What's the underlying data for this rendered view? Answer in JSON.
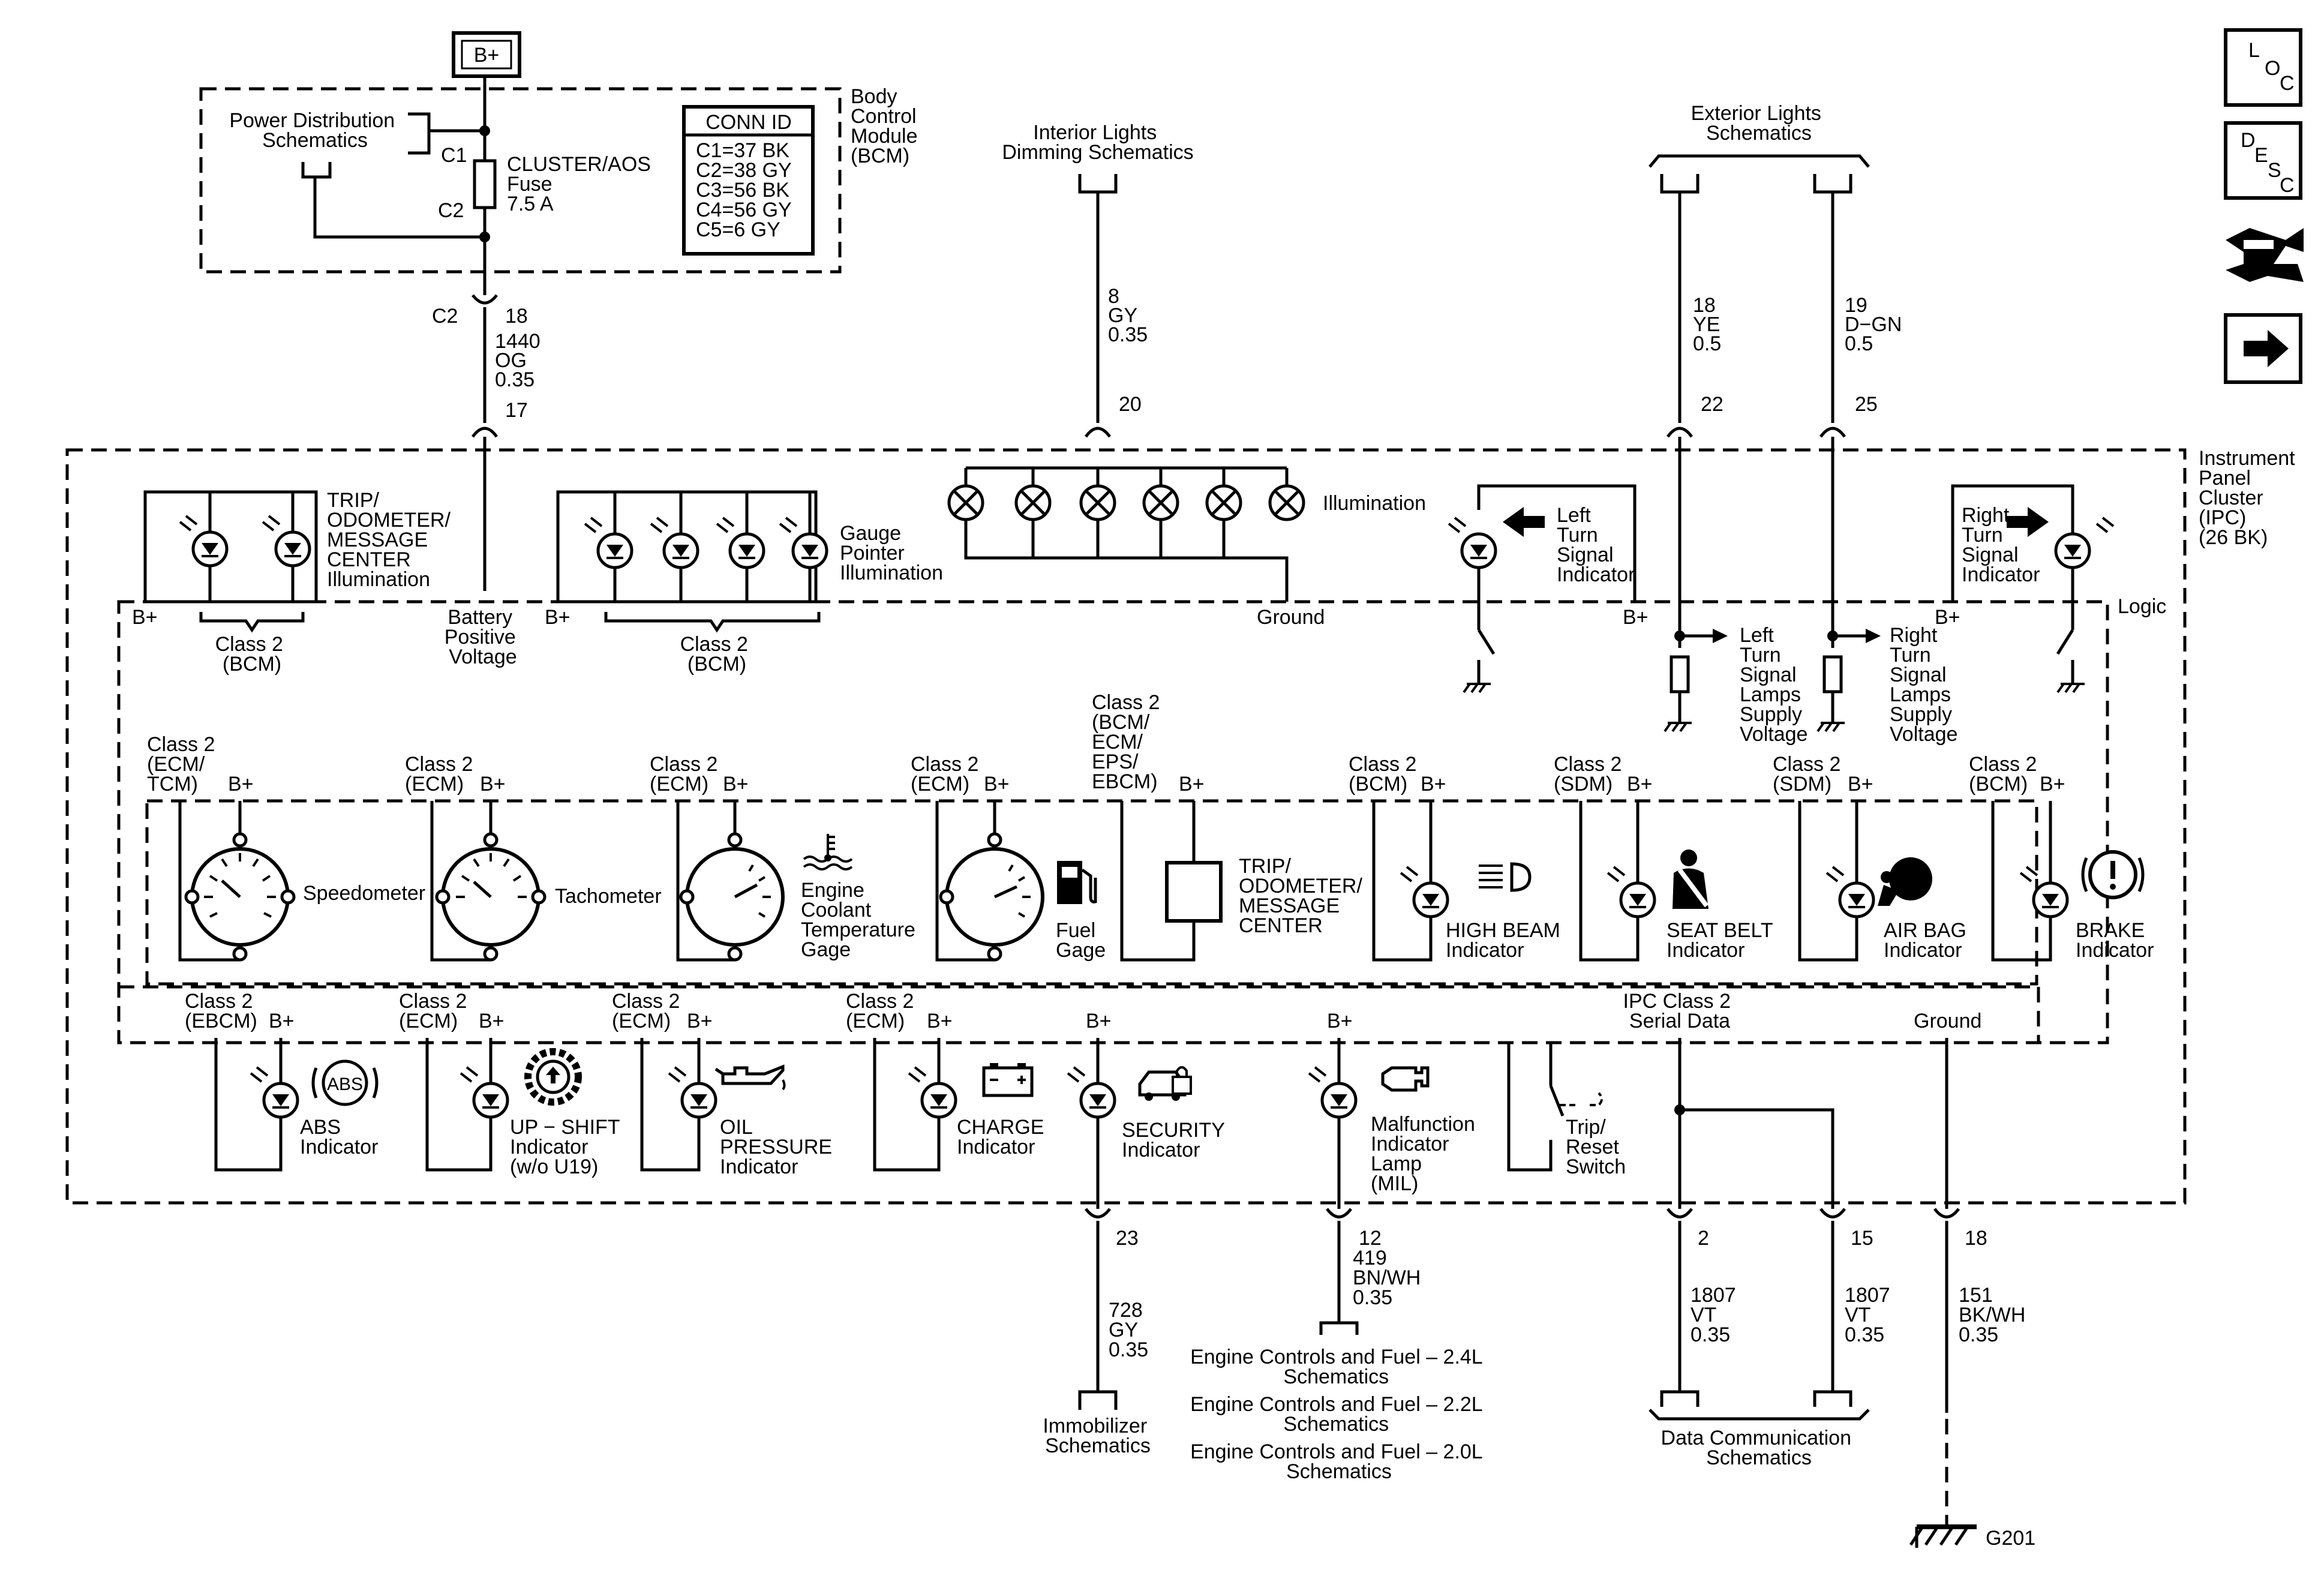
{
  "title": "",
  "bplus_box": "B+",
  "bcm": {
    "label": [
      "Body",
      "Control",
      "Module",
      "(BCM)"
    ],
    "power_dist": [
      "Power Distribution",
      "Schematics"
    ],
    "c1": "C1",
    "c2": "C2",
    "fuse": [
      "CLUSTER/AOS",
      "Fuse",
      "7.5 A"
    ],
    "conn_id": {
      "header": "CONN ID",
      "rows": [
        "C1=37 BK",
        "C2=38 GY",
        "C3=56 BK",
        "C4=56 GY",
        "C5=6 GY"
      ]
    }
  },
  "top_wires": {
    "bcm_out": {
      "conn": "C2",
      "pin_top": "18",
      "circuit": [
        "1440",
        "OG",
        "0.35"
      ],
      "pin_ipc": "17"
    },
    "interior": {
      "title": [
        "Interior Lights",
        "Dimming Schematics"
      ],
      "circuit": [
        "8",
        "GY",
        "0.35"
      ],
      "pin": "20"
    },
    "exterior": {
      "title": [
        "Exterior Lights",
        "Schematics"
      ],
      "left": {
        "circuit": [
          "18",
          "YE",
          "0.5"
        ],
        "pin": "22"
      },
      "right": {
        "circuit": [
          "19",
          "D−GN",
          "0.5"
        ],
        "pin": "25"
      }
    }
  },
  "ipc": {
    "label": [
      "Instrument",
      "Panel",
      "Cluster",
      "(IPC)",
      "(26 BK)"
    ],
    "logic": "Logic",
    "trip_illum": [
      "TRIP/",
      "ODOMETER/",
      "MESSAGE",
      "CENTER",
      "Illumination"
    ],
    "gauge_illum": [
      "Gauge",
      "Pointer",
      "Illumination"
    ],
    "illumination": "Illumination",
    "ground_label": "Ground",
    "battery": [
      "Battery",
      "Positive",
      "Voltage"
    ],
    "class2_bcm": [
      "Class 2",
      "(BCM)"
    ],
    "bplus": "B+",
    "left_turn": [
      "Left",
      "Turn",
      "Signal",
      "Indicator"
    ],
    "right_turn": [
      "Right",
      "Turn",
      "Signal",
      "Indicator"
    ],
    "left_lamps": [
      "Left",
      "Turn",
      "Signal",
      "Lamps",
      "Supply",
      "Voltage"
    ],
    "right_lamps": [
      "Right",
      "Turn",
      "Signal",
      "Lamps",
      "Supply",
      "Voltage"
    ]
  },
  "gauges_row": [
    {
      "class": [
        "Class 2",
        "(ECM/",
        "TCM)"
      ],
      "label": [
        "Speedometer"
      ]
    },
    {
      "class": [
        "Class 2",
        "(ECM)"
      ],
      "label": [
        "Tachometer"
      ]
    },
    {
      "class": [
        "Class 2",
        "(ECM)"
      ],
      "label": [
        "Engine",
        "Coolant",
        "Temperature",
        "Gage"
      ]
    },
    {
      "class": [
        "Class 2",
        "(ECM)"
      ],
      "label": [
        "Fuel",
        "Gage"
      ]
    },
    {
      "class": [
        "Class 2",
        "(BCM/",
        "ECM/",
        "EPS/",
        "EBCM)"
      ],
      "label": [
        "TRIP/",
        "ODOMETER/",
        "MESSAGE",
        "CENTER"
      ]
    },
    {
      "class": [
        "Class 2",
        "(BCM)"
      ],
      "label": [
        "HIGH BEAM",
        "Indicator"
      ]
    },
    {
      "class": [
        "Class 2",
        "(SDM)"
      ],
      "label": [
        "SEAT BELT",
        "Indicator"
      ]
    },
    {
      "class": [
        "Class 2",
        "(SDM)"
      ],
      "label": [
        "AIR BAG",
        "Indicator"
      ]
    },
    {
      "class": [
        "Class 2",
        "(BCM)"
      ],
      "label": [
        "BRAKE",
        "Indicator"
      ]
    }
  ],
  "indicator_row": [
    {
      "class": [
        "Class 2",
        "(EBCM)"
      ],
      "label": [
        "ABS",
        "Indicator"
      ],
      "icon": "ABS"
    },
    {
      "class": [
        "Class 2",
        "(ECM)"
      ],
      "label": [
        "UP − SHIFT",
        "Indicator",
        "(w/o U19)"
      ]
    },
    {
      "class": [
        "Class 2",
        "(ECM)"
      ],
      "label": [
        "OIL",
        "PRESSURE",
        "Indicator"
      ]
    },
    {
      "class": [
        "Class 2",
        "(ECM)"
      ],
      "label": [
        "CHARGE",
        "Indicator"
      ]
    },
    {
      "class": [],
      "label": [
        "SECURITY",
        "Indicator"
      ]
    },
    {
      "class": [],
      "label": [
        "Malfunction",
        "Indicator",
        "Lamp",
        "(MIL)"
      ]
    },
    {
      "class": [],
      "label": [
        "Trip/",
        "Reset",
        "Switch"
      ]
    }
  ],
  "serial_data": [
    "IPC Class 2",
    "Serial Data"
  ],
  "bottom_wires": {
    "security": {
      "pin": "23",
      "circuit": [
        "728",
        "GY",
        "0.35"
      ],
      "dest": [
        "Immobilizer",
        "Schematics"
      ]
    },
    "mil": {
      "pin": "12",
      "circuit": [
        "419",
        "BN/WH",
        "0.35"
      ],
      "dest": [
        "Engine Controls and Fuel – 2.4L",
        "Schematics",
        "Engine Controls and Fuel – 2.2L",
        "Schematics",
        "Engine Controls and Fuel – 2.0L",
        "Schematics"
      ]
    },
    "data1": {
      "pin": "2",
      "circuit": [
        "1807",
        "VT",
        "0.35"
      ]
    },
    "data2": {
      "pin": "15",
      "circuit": [
        "1807",
        "VT",
        "0.35"
      ]
    },
    "data_dest": [
      "Data Communication",
      "Schematics"
    ],
    "ground": {
      "pin": "18",
      "circuit": [
        "151",
        "BK/WH",
        "0.35"
      ],
      "dest": "G201"
    }
  },
  "nav_buttons": [
    {
      "name": "loc",
      "label": [
        "L",
        "O",
        "C"
      ]
    },
    {
      "name": "desc",
      "label": [
        "D",
        "E",
        "S",
        "C"
      ]
    },
    {
      "name": "connector-icon"
    },
    {
      "name": "next-arrow-icon"
    }
  ]
}
